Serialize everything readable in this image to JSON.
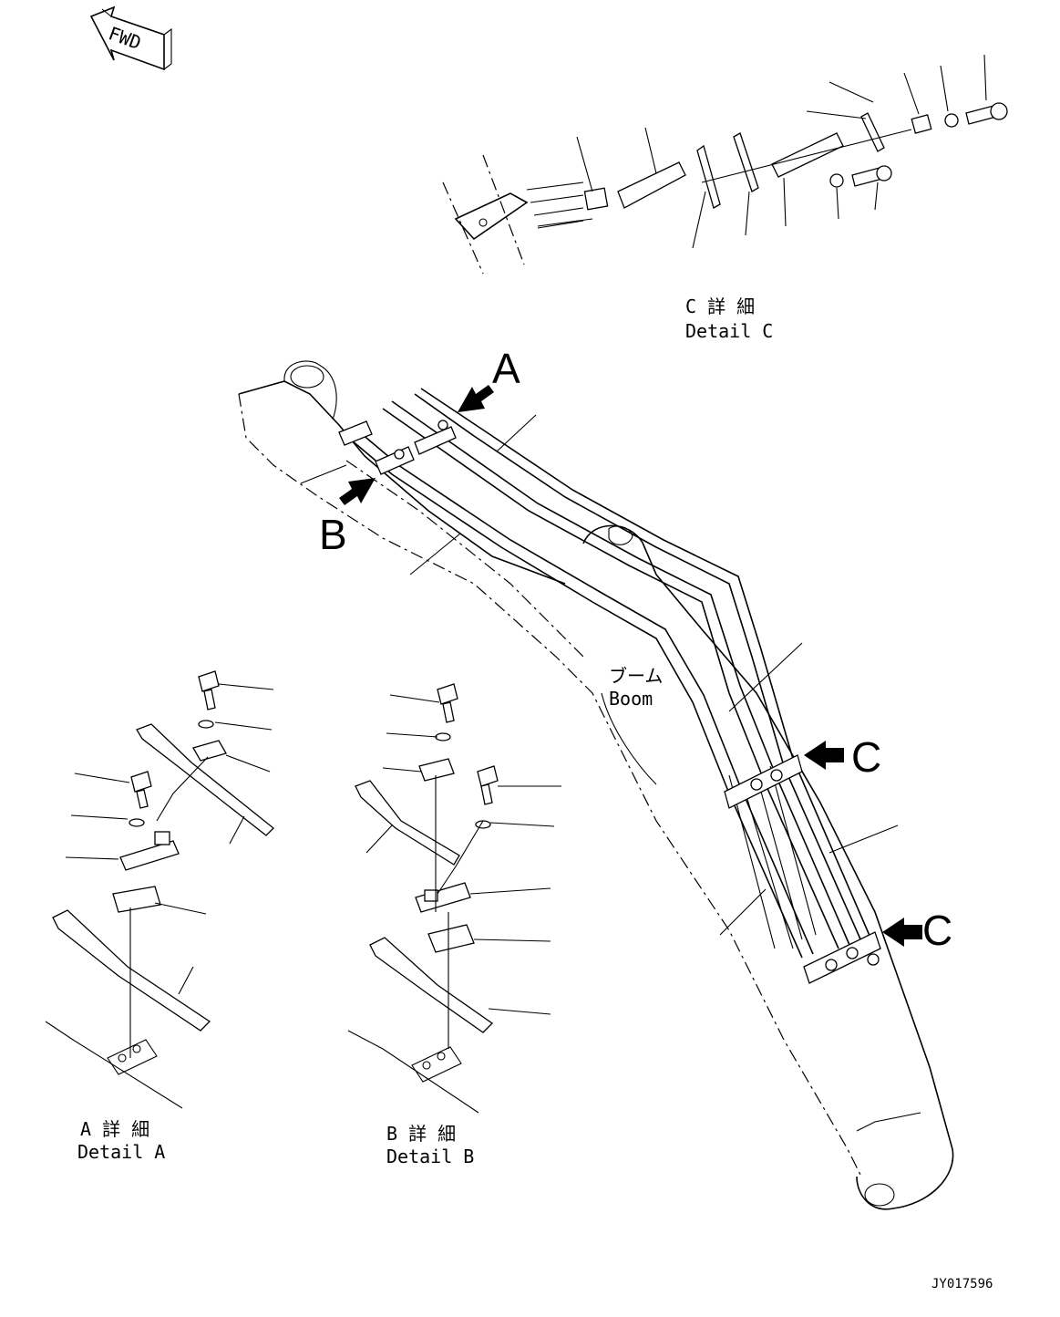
{
  "fwd": "FWD",
  "callouts": {
    "a": "A",
    "b": "B",
    "c1": "C",
    "c2": "C"
  },
  "boom": {
    "jp": "ブーム",
    "en": "Boom"
  },
  "detail_a": {
    "jp": "A 詳 細",
    "en": "Detail A"
  },
  "detail_b": {
    "jp": "B 詳 細",
    "en": "Detail B"
  },
  "detail_c": {
    "jp": "C 詳 細",
    "en": "Detail C"
  },
  "drawing_code": "JY017596"
}
